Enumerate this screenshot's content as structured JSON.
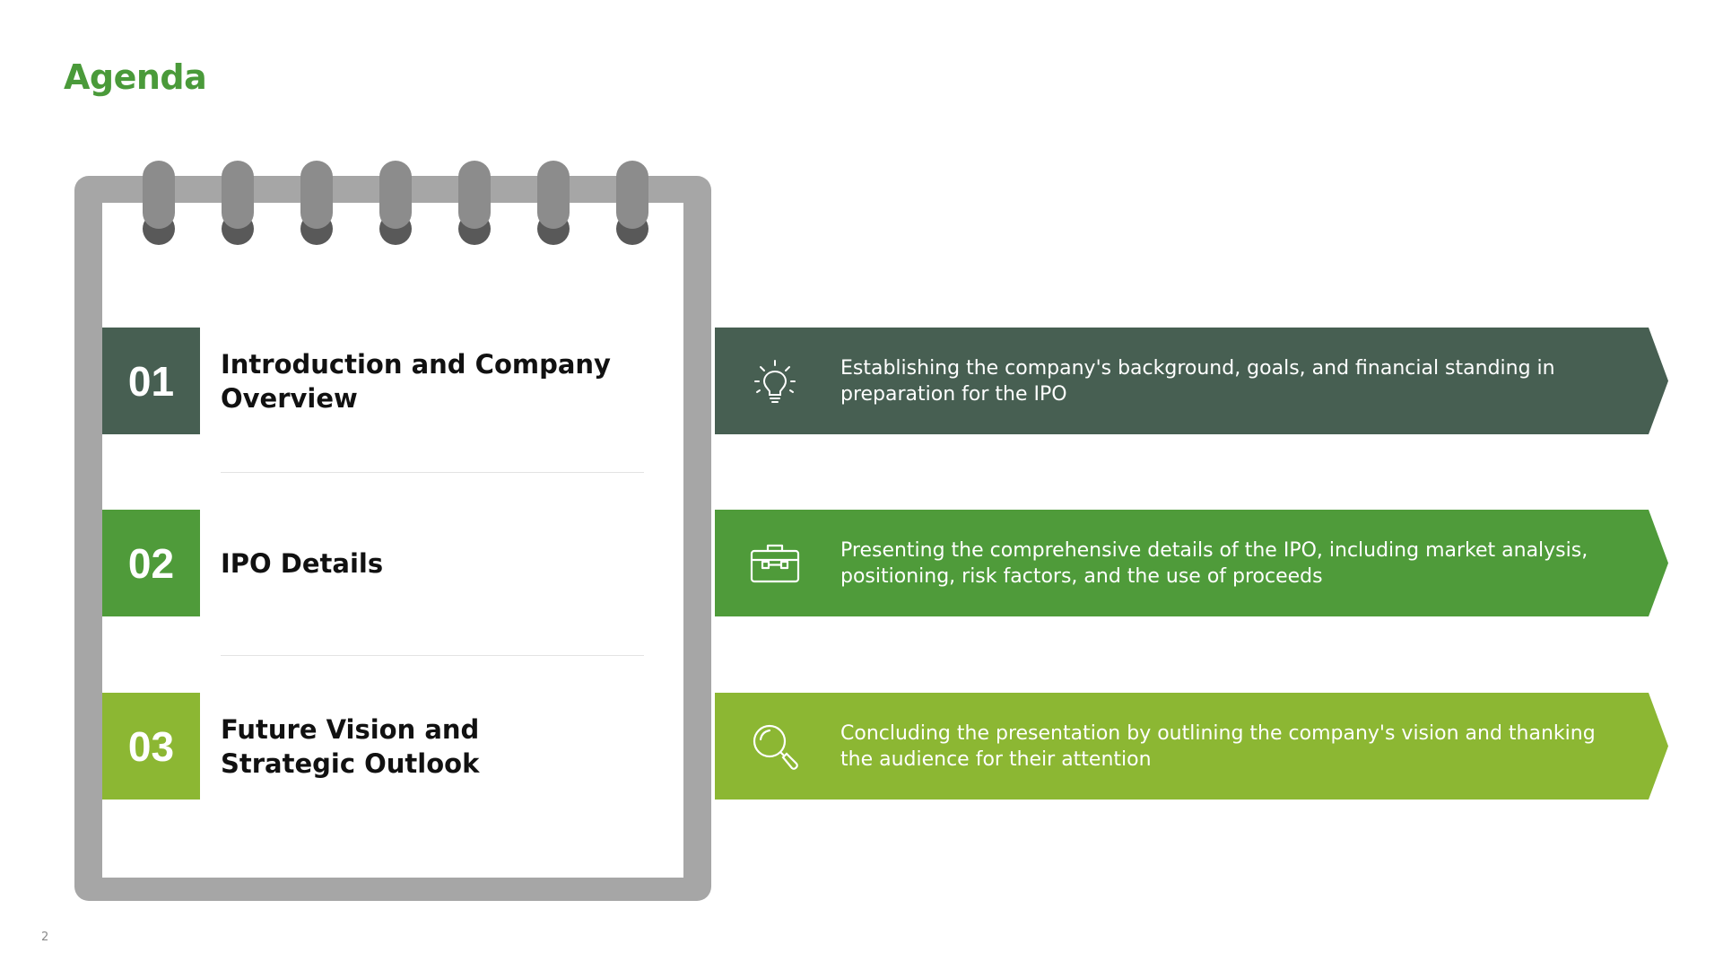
{
  "slide": {
    "title": "Agenda",
    "page_number": "2"
  },
  "colors": {
    "title_green": "#4a9a3a",
    "item1": "#475f52",
    "item2": "#4f9b3a",
    "item3": "#8cb733",
    "notebook_frame": "#a6a6a6",
    "ring": "#8c8c8c"
  },
  "agenda": {
    "items": [
      {
        "number": "01",
        "title": "Introduction and Company Overview",
        "description": "Establishing the company's background, goals, and financial standing in preparation for the IPO",
        "icon": "lightbulb-icon"
      },
      {
        "number": "02",
        "title": "IPO Details",
        "description": "Presenting the comprehensive details of the IPO, including market analysis, positioning, risk factors, and the use of proceeds",
        "icon": "briefcase-icon"
      },
      {
        "number": "03",
        "title": "Future Vision and Strategic Outlook",
        "description": "Concluding the presentation by outlining the company's vision and thanking the audience for their attention",
        "icon": "magnifier-icon"
      }
    ]
  }
}
